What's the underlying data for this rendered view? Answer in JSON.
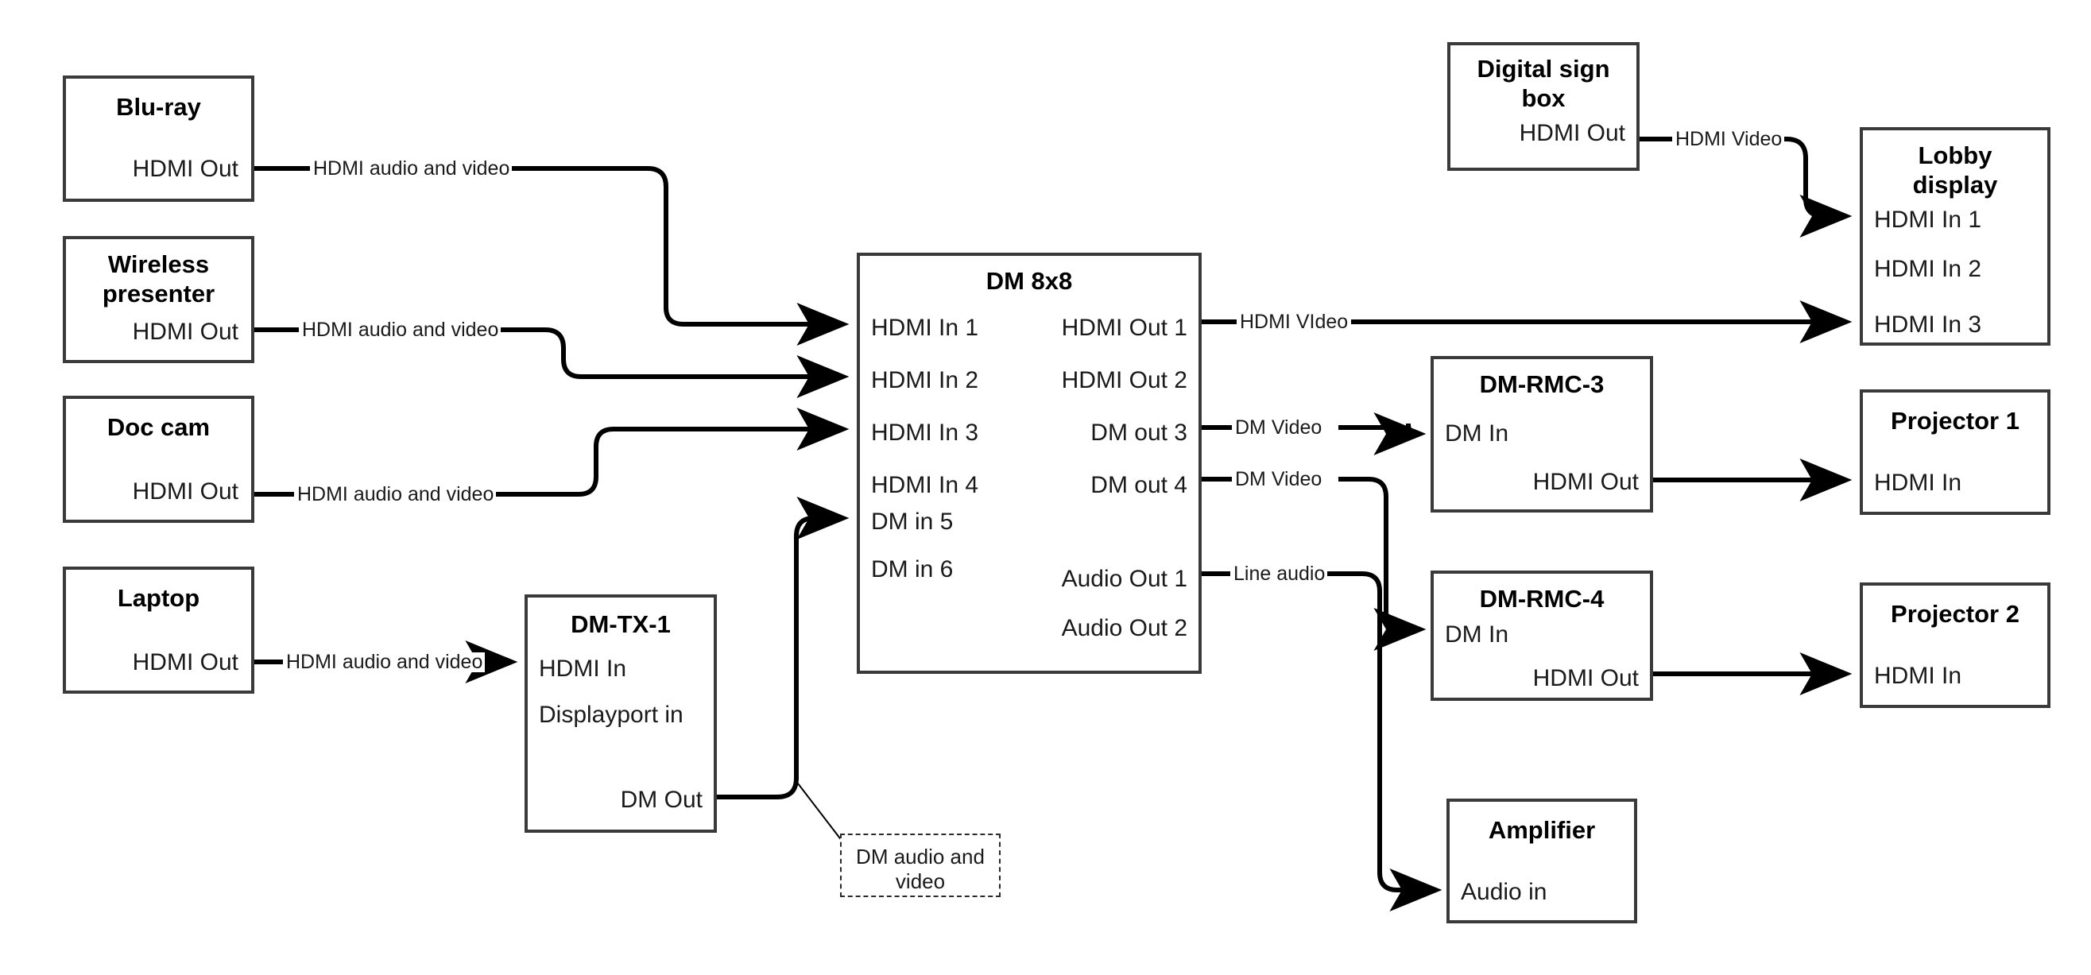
{
  "diagram": {
    "title": "AV signal flow: sources to DM 8x8 matrix to displays",
    "stroke_color": "#3a3a3a",
    "text_color": "#1a1a1a",
    "background": "#ffffff"
  },
  "nodes": {
    "bluray": {
      "title": "Blu-ray",
      "ports_right": [
        "HDMI Out"
      ]
    },
    "wireless": {
      "title": "Wireless\npresenter",
      "ports_right": [
        "HDMI Out"
      ]
    },
    "doccam": {
      "title": "Doc cam",
      "ports_right": [
        "HDMI Out"
      ]
    },
    "laptop": {
      "title": "Laptop",
      "ports_right": [
        "HDMI Out"
      ]
    },
    "dmtx1": {
      "title": "DM-TX-1",
      "ports_left": [
        "HDMI In",
        "Displayport in"
      ],
      "ports_right": [
        "DM Out"
      ]
    },
    "dm8x8": {
      "title": "DM 8x8",
      "inputs": [
        "HDMI In 1",
        "HDMI In 2",
        "HDMI In 3",
        "HDMI In 4",
        "DM in 5",
        "DM in 6"
      ],
      "outputs": [
        "HDMI Out 1",
        "HDMI Out 2",
        "DM out 3",
        "DM out 4",
        "Audio Out 1",
        "Audio Out 2"
      ]
    },
    "note": {
      "text": "DM audio and\nvideo"
    },
    "digisign": {
      "title": "Digital sign\nbox",
      "ports_right": [
        "HDMI Out"
      ]
    },
    "lobby": {
      "title": "Lobby\ndisplay",
      "ports_left": [
        "HDMI In 1",
        "HDMI In 2",
        "HDMI In 3"
      ]
    },
    "rmc3": {
      "title": "DM-RMC-3",
      "ports_left": [
        "DM In"
      ],
      "ports_right": [
        "HDMI Out"
      ]
    },
    "rmc4": {
      "title": "DM-RMC-4",
      "ports_left": [
        "DM In"
      ],
      "ports_right": [
        "HDMI Out"
      ]
    },
    "proj1": {
      "title": "Projector 1",
      "ports_left": [
        "HDMI In"
      ]
    },
    "proj2": {
      "title": "Projector 2",
      "ports_left": [
        "HDMI In"
      ]
    },
    "amp": {
      "title": "Amplifier",
      "ports_left": [
        "Audio in"
      ]
    }
  },
  "wire_labels": {
    "bluray_to_in1": "HDMI audio and video",
    "wireless_to_in2": "HDMI audio and video",
    "doccam_to_in3": "HDMI audio and video",
    "laptop_to_dmtx1": "HDMI audio and video",
    "hdmiout1_to_lobby3": "HDMI VIdeo",
    "dmout3_to_rmc3": "DM Video",
    "dmout4_to_rmc4": "DM Video",
    "audioout1_to_amp": "Line audio",
    "digisign_to_lobby1": "HDMI Video"
  },
  "connections": [
    {
      "from": "Blu-ray HDMI Out",
      "to": "DM 8x8 HDMI In 1",
      "label": "HDMI audio and video"
    },
    {
      "from": "Wireless presenter HDMI Out",
      "to": "DM 8x8 HDMI In 2",
      "label": "HDMI audio and video"
    },
    {
      "from": "Doc cam HDMI Out",
      "to": "DM 8x8 HDMI In 3",
      "label": "HDMI audio and video"
    },
    {
      "from": "Laptop HDMI Out",
      "to": "DM-TX-1 HDMI In",
      "label": "HDMI audio and video"
    },
    {
      "from": "DM-TX-1 DM Out",
      "to": "DM 8x8 DM in 5",
      "label": "DM audio and video"
    },
    {
      "from": "DM 8x8 HDMI Out 1",
      "to": "Lobby display HDMI In 3",
      "label": "HDMI VIdeo"
    },
    {
      "from": "DM 8x8 DM out 3",
      "to": "DM-RMC-3 DM In",
      "label": "DM Video"
    },
    {
      "from": "DM 8x8 DM out 4",
      "to": "DM-RMC-4 DM In",
      "label": "DM Video"
    },
    {
      "from": "DM 8x8 Audio Out 1",
      "to": "Amplifier Audio in",
      "label": "Line audio"
    },
    {
      "from": "Digital sign box HDMI Out",
      "to": "Lobby display HDMI In 1",
      "label": "HDMI Video"
    },
    {
      "from": "DM-RMC-3 HDMI Out",
      "to": "Projector 1 HDMI In",
      "label": ""
    },
    {
      "from": "DM-RMC-4 HDMI Out",
      "to": "Projector 2 HDMI In",
      "label": ""
    }
  ]
}
